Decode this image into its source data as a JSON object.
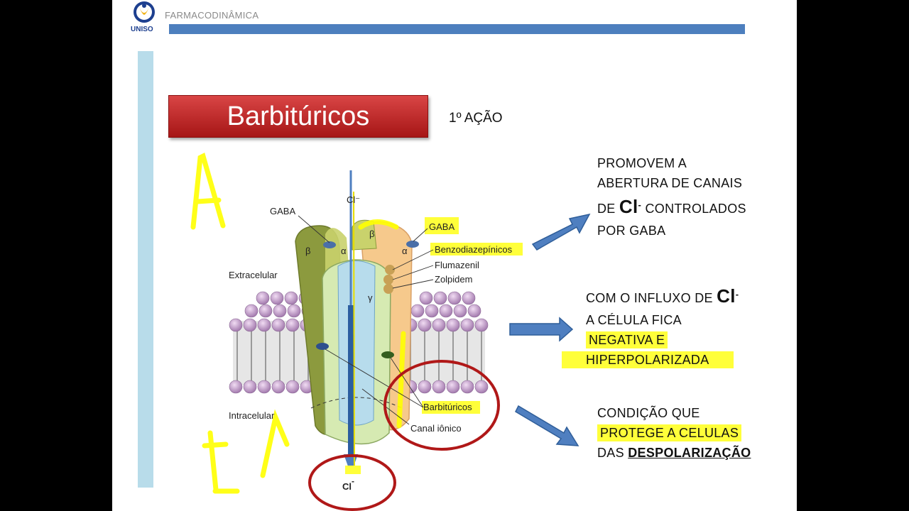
{
  "header": {
    "logo_text": "UNISO",
    "section": "FARMACODINÂMICA"
  },
  "title": "Barbitúricos",
  "action_label": "1º AÇÃO",
  "notes": {
    "n1_line1": "PROMOVEM A",
    "n1_line2": "ABERTURA DE CANAIS",
    "n1_line3_pre": "DE",
    "n1_ion": "Cl",
    "n1_sup": "-",
    "n1_line3_post": "CONTROLADOS",
    "n1_line4": "POR GABA",
    "n2_line1_pre": "COM O INFLUXO DE",
    "n2_ion": "Cl",
    "n2_sup": "-",
    "n2_line2": "A CÉLULA FICA",
    "n2_line3": "NEGATIVA E",
    "n2_line4": "HIPERPOLARIZADA",
    "n3_line1": "CONDIÇÃO QUE",
    "n3_line2": "PROTEGE A CELULAS",
    "n3_line3_pre": "DAS",
    "n3_line3_bold": "DESPOLARIZAÇÃO"
  },
  "diagram": {
    "ion_top": "Cl⁻",
    "gaba_left": "GABA",
    "gaba_right": "GABA",
    "benzo": "Benzodiazepínicos",
    "flumazenil": "Flumazenil",
    "zolpidem": "Zolpidem",
    "extracelular": "Extracelular",
    "intracelular": "Intracelular",
    "barbituricos": "Barbitúricos",
    "canal": "Canal iônico",
    "beta1": "β",
    "alpha1": "α",
    "beta2": "β",
    "alpha2": "α",
    "gamma": "γ",
    "ion_bottom": "Cl",
    "ion_bottom_sup": "-"
  },
  "colors": {
    "header_bar": "#4d7fbe",
    "side_bar": "#b8dcea",
    "title_red": "#c12a2a",
    "highlight": "#ffff3a",
    "arrow_blue": "#4f7fc0",
    "circle_red": "#b01818"
  }
}
